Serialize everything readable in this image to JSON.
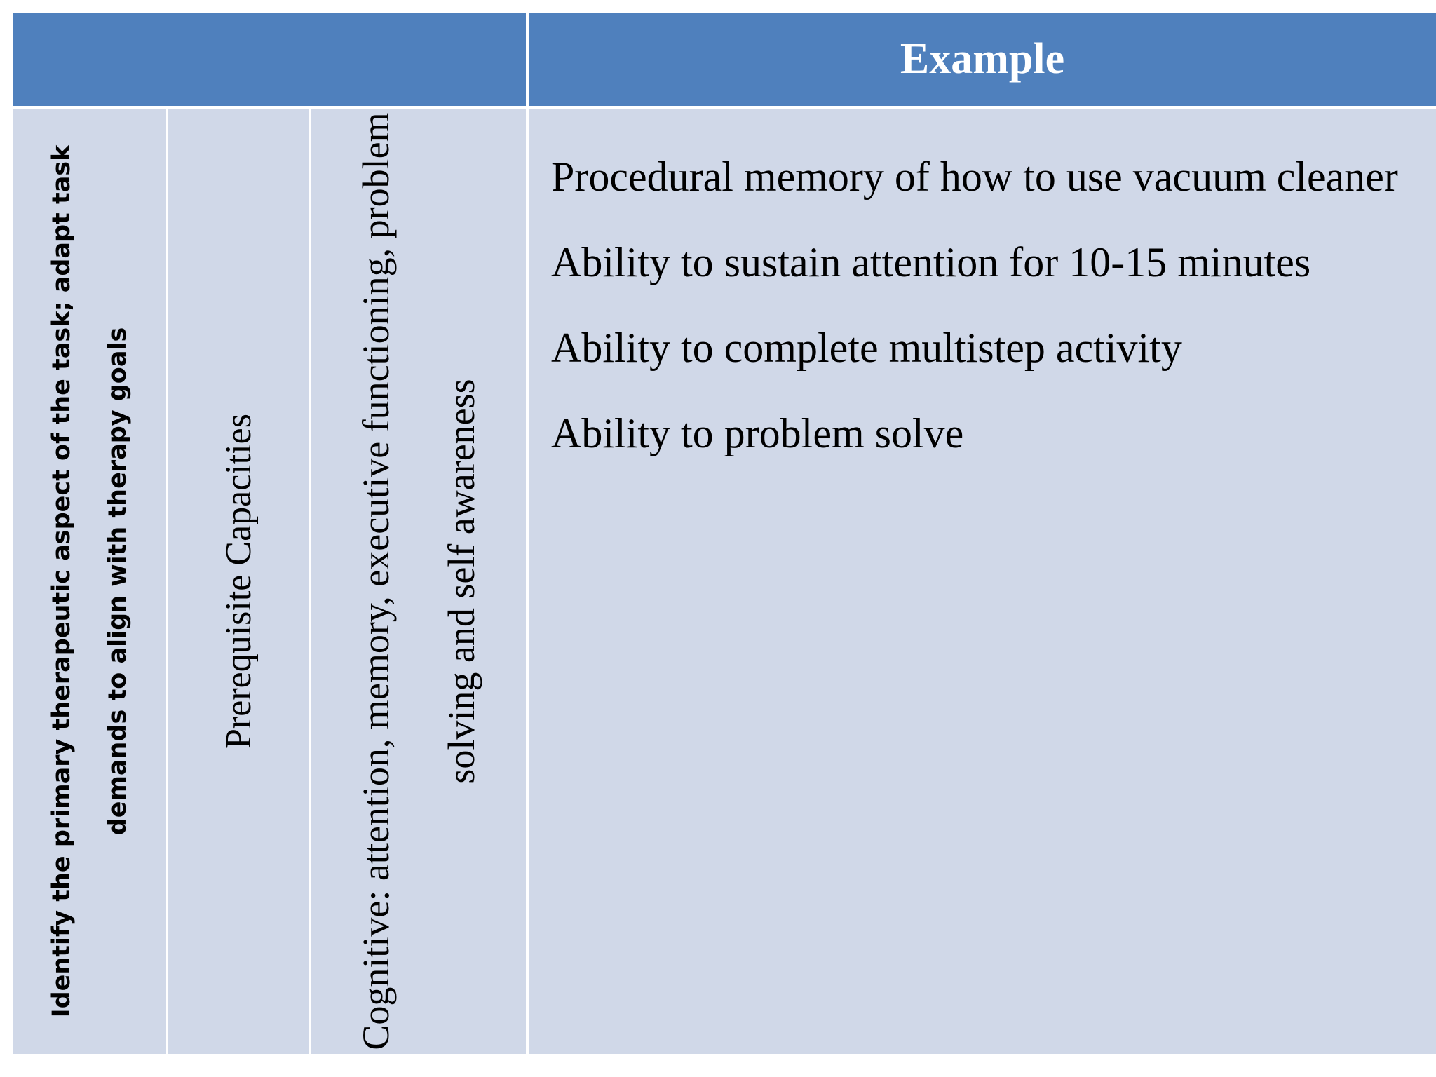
{
  "table": {
    "header": {
      "left_label": "",
      "right_label": "Example"
    },
    "row": {
      "col1": "Identify the primary therapeutic aspect of the task; adapt task demands to align with therapy goals",
      "col2": "Prerequisite Capacities",
      "col3": "Cognitive: attention, memory, executive functioning, problem solving and self awareness",
      "examples": [
        "Procedural memory of how to use vacuum cleaner",
        "Ability to sustain attention for 10-15 minutes",
        "Ability to complete multistep activity",
        "Ability to problem solve"
      ]
    }
  },
  "colors": {
    "header_bg": "#4f80bd",
    "body_bg": "#d0d8e8",
    "header_text": "#ffffff"
  }
}
